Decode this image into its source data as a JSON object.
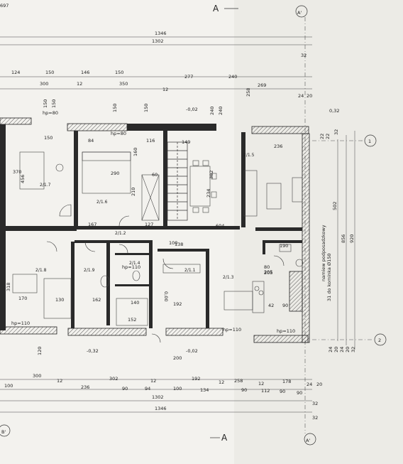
{
  "sections": {
    "top_a": "A",
    "bottom_a": "A",
    "top_a_prime": "A'",
    "bottom_a_prime": "A'",
    "bottom_b_prime": "B'"
  },
  "axes": {
    "axis1": "1",
    "axis2": "2"
  },
  "top_dims": {
    "row_overall": "1346",
    "row_walls": "1302",
    "row3": [
      "124",
      "150",
      "146",
      "150",
      "277",
      "240"
    ],
    "row4": [
      "300",
      "12",
      "350",
      "12",
      "269"
    ],
    "side_left": "697",
    "right_small": [
      "32",
      "24",
      "20"
    ],
    "mid_vertical": [
      "150",
      "150",
      "150",
      "150",
      "240",
      "240",
      "258",
      "22",
      "22"
    ]
  },
  "bottom_dims": {
    "row1": [
      "300",
      "302",
      "192",
      "258",
      "178"
    ],
    "row2": [
      "100",
      "236",
      "90",
      "94",
      "100",
      "134",
      "90",
      "112",
      "90",
      "90"
    ],
    "row3": [
      "12",
      "12",
      "12",
      "12",
      "24",
      "20"
    ],
    "row_walls": "1302",
    "row_overall": "1346",
    "small": [
      "32",
      "32"
    ]
  },
  "right_dims": [
    "502",
    "856",
    "920",
    "32",
    "24",
    "20",
    "24",
    "20",
    "32"
  ],
  "levels": {
    "top_left": "-0,02",
    "top_right": "0,32",
    "bottom_left": "-0,32",
    "bottom_mid": "-0,02",
    "stair_level": "0,00"
  },
  "rooms": [
    {
      "id": "2/1.7",
      "w": "370",
      "h": "456"
    },
    {
      "id": "2/1.6",
      "w": "290",
      "h": "210"
    },
    {
      "id": "2/1.5",
      "w": "234",
      "h": "382"
    },
    {
      "id": "2/1.2",
      "w": "167",
      "h": "127"
    },
    {
      "id": "2/1.8",
      "w": "318",
      "h": "170"
    },
    {
      "id": "2/1.9",
      "w": "162",
      "h": "130"
    },
    {
      "id": "2/1.4",
      "w": "140",
      "h": "152"
    },
    {
      "id": "2/1.1",
      "w": "192",
      "h": "138"
    },
    {
      "id": "2/1.3",
      "w": "604",
      "h": "205"
    }
  ],
  "misc_labels": {
    "hp80_a": "hp=80",
    "hp80_b": "hp=80",
    "hp110_a": "hp=110",
    "hp110_b": "hp=110",
    "hp110_c": "hp=110",
    "hp110_d": "hp=110",
    "w116": "116",
    "w149": "149",
    "w150": "150",
    "w84": "84",
    "w60": "60",
    "w160": "160",
    "w236": "236",
    "w190": "190",
    "w80": "80",
    "w205": "205",
    "w42": "42",
    "w90": "90",
    "w100": "100",
    "w200": "200",
    "w120": "120",
    "chimney_note": "namiew podposadzkowy",
    "chimney_note2": "31 do kominka Ø150"
  },
  "colors": {
    "paper": "#f3f2ee",
    "line": "#2a2a2a"
  }
}
